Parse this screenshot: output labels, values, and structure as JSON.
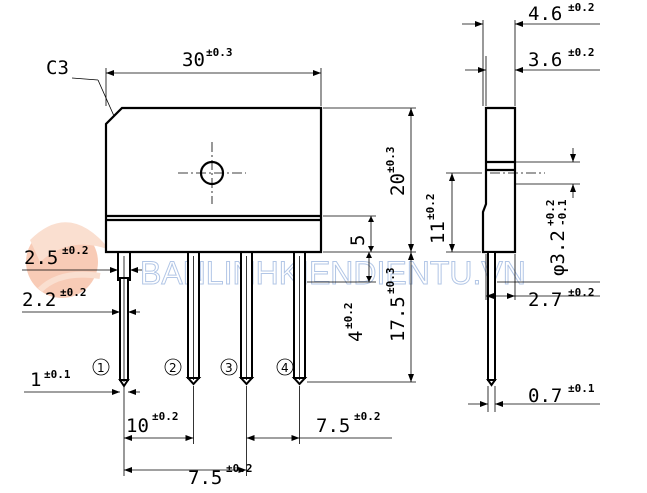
{
  "watermark": {
    "text": "BANLINHKIENDIENTU.VN",
    "logo": "orange-swirl-logo"
  },
  "chamfer_label": "C3",
  "front_view": {
    "width": {
      "value": "30",
      "tol": "±0.3"
    },
    "body_height": {
      "value": "20",
      "tol": "±0.3"
    },
    "band_height": {
      "value": "5",
      "tol": ""
    },
    "lead_length": {
      "value": "17.5",
      "tol": "±0.3"
    },
    "lead_step": {
      "value": "4",
      "tol": "±0.2"
    },
    "lead_width_wide": {
      "value": "2.5",
      "tol": "±0.2"
    },
    "lead_width_narrow": {
      "value": "2.2",
      "tol": "±0.2"
    },
    "lead_thickness": {
      "value": "1",
      "tol": "±0.1"
    },
    "pitch_first": {
      "value": "10",
      "tol": "±0.2"
    },
    "pitch_mid": {
      "value": "7.5",
      "tol": "±0.2"
    },
    "pitch_last": {
      "value": "7.5",
      "tol": "±0.2"
    },
    "pin_numbers": [
      "1",
      "2",
      "3",
      "4"
    ]
  },
  "side_view": {
    "total_thickness": {
      "value": "4.6",
      "tol": "±0.2"
    },
    "body_thickness": {
      "value": "3.6",
      "tol": "±0.2"
    },
    "hole_height": {
      "value": "11",
      "tol": "±0.2"
    },
    "hole_diameter": {
      "value": "φ3.2",
      "tol_plus": "+0.2",
      "tol_minus": "-0.1"
    },
    "lead_offset": {
      "value": "2.7",
      "tol": "±0.2"
    },
    "lead_thickness": {
      "value": "0.7",
      "tol": "±0.1"
    }
  }
}
